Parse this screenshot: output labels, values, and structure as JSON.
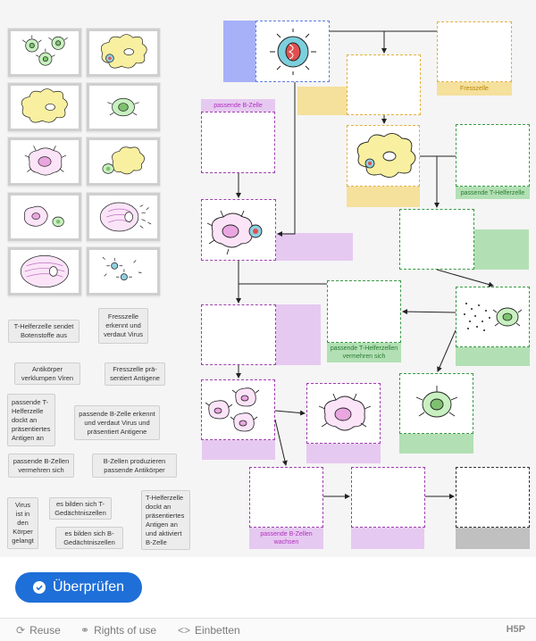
{
  "drag_labels": [
    "T-Helferzelle sendet Botenstoffe aus",
    "Fresszelle erkennt und verdaut Virus",
    "Antikörper verklumpen Viren",
    "Fresszelle prä-sentiert Antigene",
    "passende T-Helferzelle dockt an präsentiertes Antigen an",
    "passende B-Zelle erkennt und verdaut Virus und präsentiert Antigene",
    "passende B-Zellen vermehren sich",
    "B-Zellen produzieren passende Antikörper",
    "Virus ist in den Körper gelangt",
    "es bilden sich T-Gedächtniszellen",
    "es bilden sich B-Gedächtniszellen",
    "T-Helferzelle dockt an präsentiertes Antigen an und aktiviert B-Zelle"
  ],
  "tiles": [
    "b-cells-with-virus",
    "phagocyte-engulfing-virus",
    "phagocyte",
    "t-helper-cell",
    "b-cell",
    "phagocyte-with-t-cell",
    "b-cells-dividing",
    "plasma-cell-antibodies",
    "plasma-cell",
    "antibodies-clumping-viruses"
  ],
  "diagram": {
    "captions": {
      "fresszelle": "Fresszelle",
      "passende_b_zelle": "passende B-Zelle",
      "passende_t_helferzelle": "passende T-Helferzelle",
      "t_helferzellen_vermehren": "passende T-Helferzellen vermehren sich",
      "b_zellen_wachsen": "passende B-Zellen wachsen"
    }
  },
  "check_button": "Überprüfen",
  "footer": {
    "reuse": "Reuse",
    "rights": "Rights of use",
    "embed": "Einbetten",
    "logo": "H5P"
  },
  "colors": {
    "accent": "#1f6fd8",
    "purple_band": "#e6c9f0",
    "orange_band": "#f5e09c",
    "green_band": "#b2e0b4",
    "blue_band": "#a6b1f7"
  }
}
